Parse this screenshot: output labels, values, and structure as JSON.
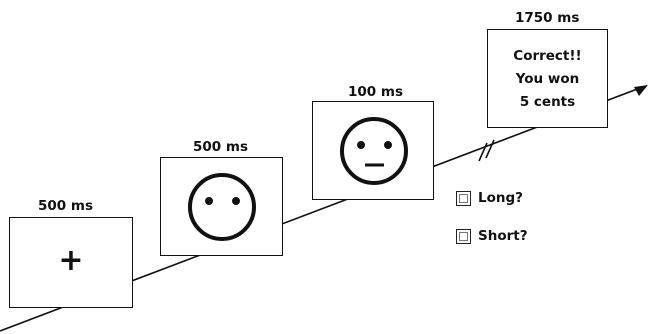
{
  "frames": [
    {
      "duration": "500 ms",
      "stimulus": "fixation-cross"
    },
    {
      "duration": "500 ms",
      "stimulus": "face-neutral-eyes"
    },
    {
      "duration": "100 ms",
      "stimulus": "face-neutral-mouth"
    },
    {
      "duration": "1750 ms",
      "feedback_lines": [
        "Correct!!",
        "You won",
        "5 cents"
      ]
    }
  ],
  "response_options": [
    "Long?",
    "Short?"
  ],
  "fixation_symbol": "+"
}
